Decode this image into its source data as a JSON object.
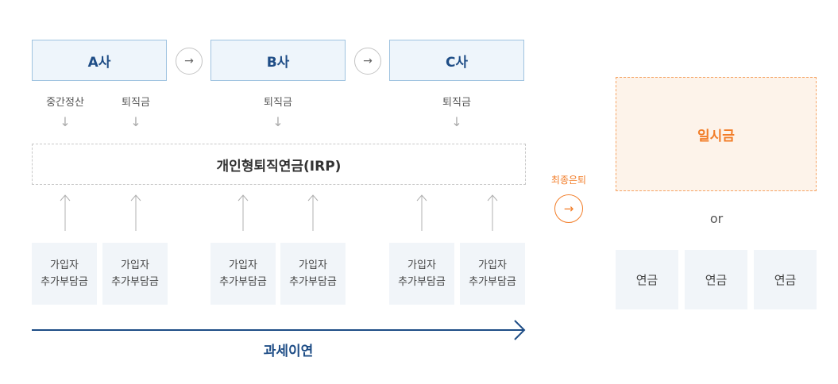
{
  "companies": [
    {
      "label": "A사"
    },
    {
      "label": "B사"
    },
    {
      "label": "C사"
    }
  ],
  "arrow_glyph": "→",
  "withdrawals": [
    {
      "label": "중간정산"
    },
    {
      "label": "퇴직금"
    },
    {
      "label": "퇴직금"
    },
    {
      "label": "퇴직금"
    }
  ],
  "irp_label": "개인형퇴직연금(IRP)",
  "contributions": [
    {
      "line1": "가입자",
      "line2": "추가부담금"
    },
    {
      "line1": "가입자",
      "line2": "추가부담금"
    },
    {
      "line1": "가입자",
      "line2": "추가부담금"
    },
    {
      "line1": "가입자",
      "line2": "추가부담금"
    },
    {
      "line1": "가입자",
      "line2": "추가부담금"
    },
    {
      "line1": "가입자",
      "line2": "추가부담금"
    }
  ],
  "timeline_label": "과세이연",
  "final_retirement_label": "최종은퇴",
  "lump_sum_label": "일시금",
  "or_label": "or",
  "annuities": [
    {
      "label": "연금"
    },
    {
      "label": "연금"
    },
    {
      "label": "연금"
    }
  ],
  "colors": {
    "navy": "#1e4d86",
    "orange": "#f27d28",
    "light_blue": "#eef5fb",
    "gray_box": "#f1f5f9"
  }
}
